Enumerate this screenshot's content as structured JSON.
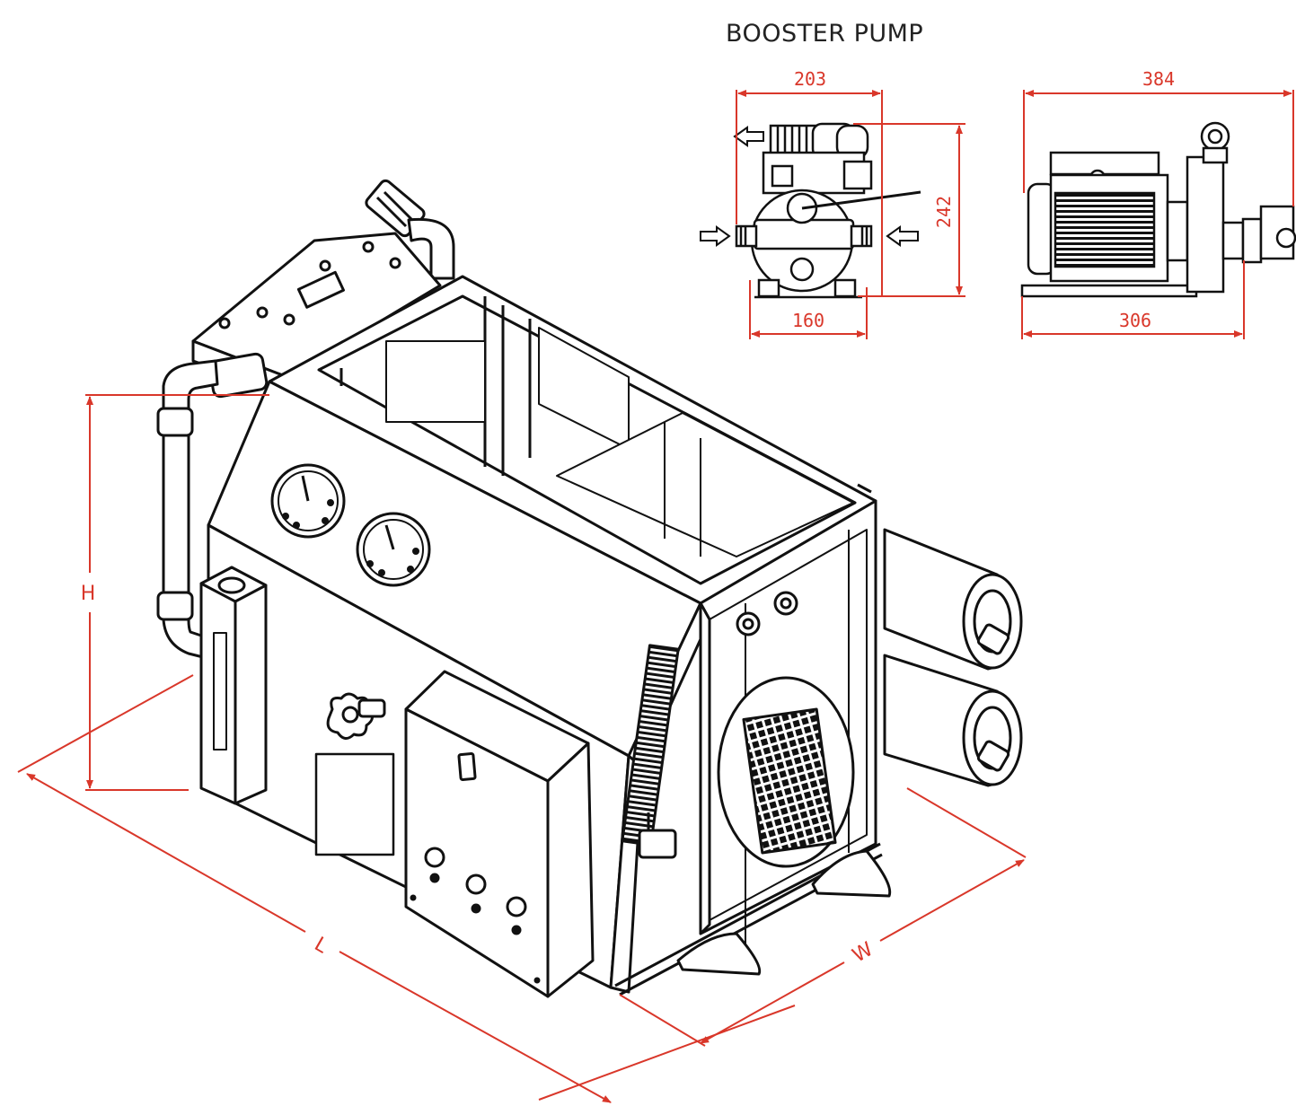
{
  "title": "BOOSTER PUMP",
  "colors": {
    "dimension": "#d9372a",
    "line": "#111111",
    "background": "#ffffff"
  },
  "pump_dimensions": {
    "front_width_top": "203",
    "front_width_bottom": "160",
    "front_height": "242",
    "side_length_top": "384",
    "side_length_bottom": "306"
  },
  "unit_dimensions": {
    "height_label": "H",
    "length_label": "L",
    "width_label": "W"
  }
}
